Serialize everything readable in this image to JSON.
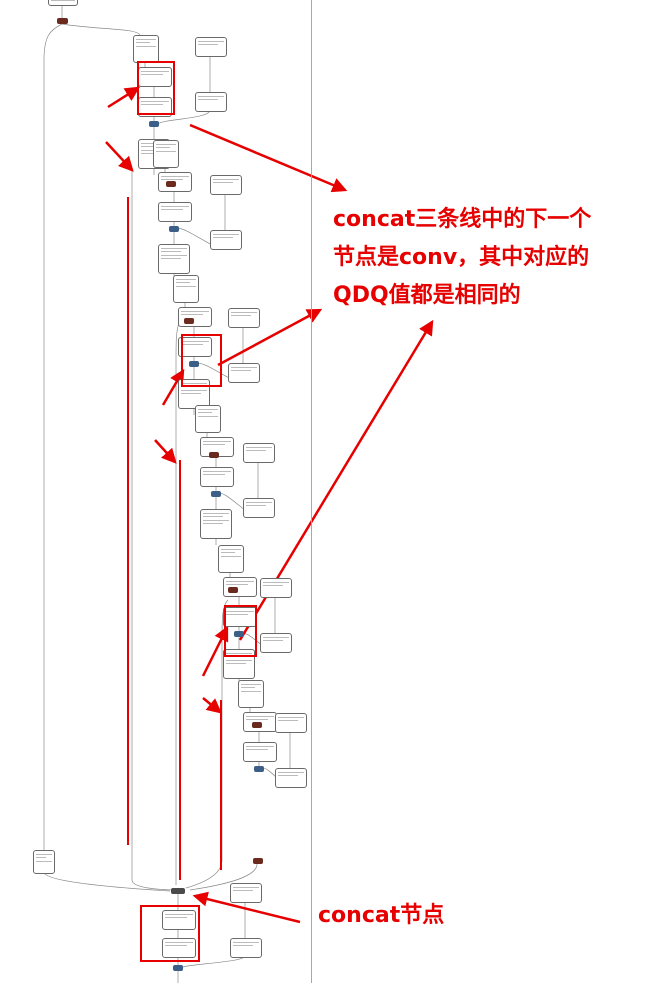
{
  "annotations": {
    "line1": "concat三条线中的下一个",
    "line2": "节点是conv，其中对应的",
    "line3": "QDQ值都是相同的",
    "concat_label": "concat节点"
  },
  "colors": {
    "annotation": "#e60000",
    "quant_header": "#000000",
    "conv_header": "#5a3b2c",
    "bn_header": "#3f5e48",
    "relu": "#6b2a1e",
    "add": "#3b5f87",
    "edge": "#8a8a8a"
  }
}
